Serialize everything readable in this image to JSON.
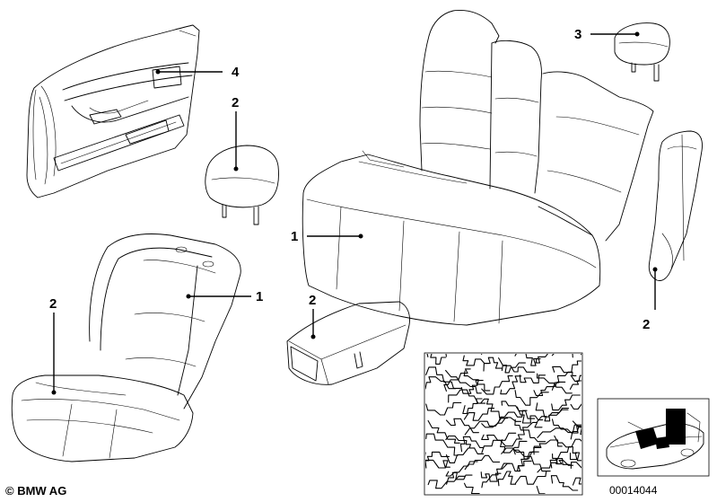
{
  "callouts": {
    "door_panel": "4",
    "front_headrest": "2",
    "rear_headrest": "3",
    "rear_bench_cover": "1",
    "side_bolster": "2",
    "front_seat_backrest": "1",
    "front_seat_cushion": "2",
    "armrest": "2"
  },
  "footer": {
    "copyright": "© BMW AG",
    "diagram_number": "00014044"
  },
  "icons": {
    "vehicle_inset": "car-convertible-icon",
    "fabric_swatch": "fabric-pattern-icon"
  }
}
